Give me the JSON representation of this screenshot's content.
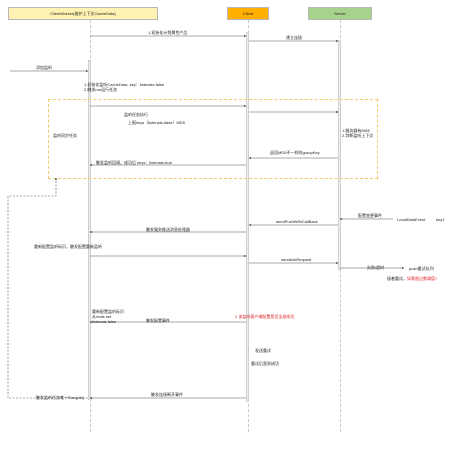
{
  "participants": {
    "client_worker": "ClientWorker(维护上下文CacheData)",
    "client": "Client",
    "server": "Server"
  },
  "messages": {
    "m1": "1.初始化计划属性产品",
    "m2": "建立连接",
    "m3": "添加监听",
    "m4_line1": "1.初始化监听CacheData, key：listenais-false",
    "m4_line2": "2.触发run运行任务",
    "m5": "监听任务执行",
    "m6": "上报keys（listenais-false）MD5",
    "m7": "监听同步任务",
    "m8_line1": "1.服务器有MD5",
    "m8_line2": "2.判断监听上下文",
    "m9": "返回MD5不一样的groupKey",
    "m10": "触发监听回调，成功后 keys：listenais-true",
    "m11": "配置变更事件",
    "m12": "LocalDataEvent",
    "m13": "key1",
    "m14": "sendPushWithCallBack",
    "m15": "触发服务推送消息处理器",
    "m16": "重新配置监听标识，触发配置重新监听",
    "m17": "sendAckRequest",
    "m18": "失败/超时",
    "m19": "push重试队列",
    "m20_prefix": "接着重试，",
    "m20_red": "如果超过数阈值?",
    "m21_line1": "重新配置监听标识",
    "m21_line2": "从redis set",
    "m21_line3": "listenais false",
    "m22": "0 该监听客户端配置是否全部成功",
    "m23": "触发配置事件",
    "m24": "发送重试",
    "m25": "重试后直到成功",
    "m26": "触发监听任务唯一Rongrofy",
    "m27": "触发连接断开事件"
  },
  "colors": {
    "client_worker_fill": "#fff2b3",
    "client_fill": "#ffb000",
    "server_fill": "#a9d18e",
    "group_border": "#f0c96a",
    "red_text": "#e02020",
    "line": "#555555"
  }
}
